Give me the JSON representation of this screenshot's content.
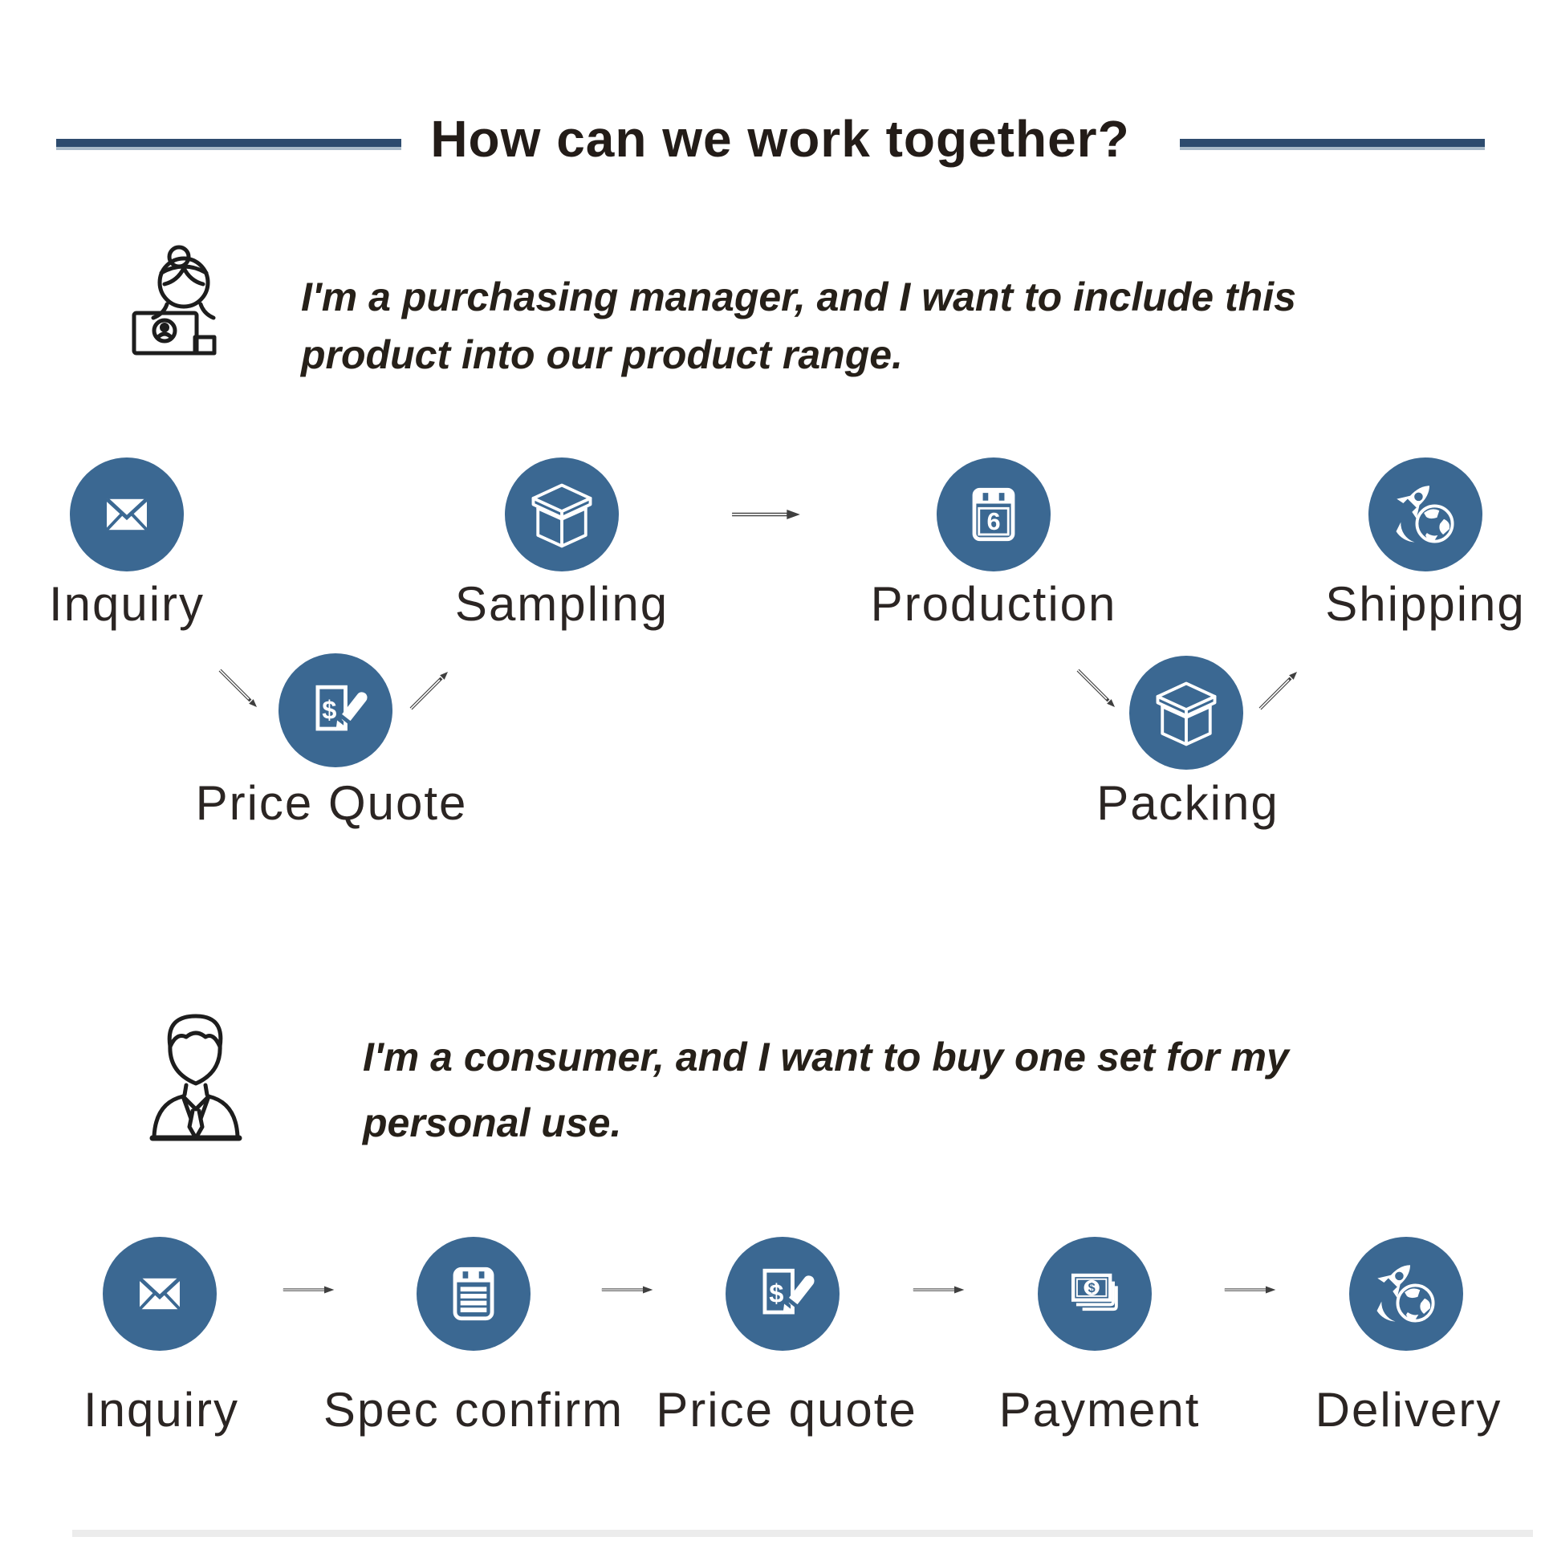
{
  "page": {
    "title": "How can we work together?"
  },
  "personas": [
    {
      "role": "purchasing-manager",
      "icon": "woman-at-laptop-icon",
      "quote_line1": "I'm a purchasing manager, and I want to include this",
      "quote_line2": "product into our product range."
    },
    {
      "role": "consumer",
      "icon": "man-avatar-icon",
      "quote_line1": "I'm a consumer, and I want to buy one set for my",
      "quote_line2": "personal use."
    }
  ],
  "flows": [
    {
      "name": "wholesale-flow",
      "steps": [
        {
          "label": "Inquiry",
          "icon": "envelope-icon"
        },
        {
          "label": "Price Quote",
          "icon": "price-quote-icon"
        },
        {
          "label": "Sampling",
          "icon": "box-icon"
        },
        {
          "label": "Production",
          "icon": "calendar-icon"
        },
        {
          "label": "Packing",
          "icon": "box-icon"
        },
        {
          "label": "Shipping",
          "icon": "rocket-globe-icon"
        }
      ]
    },
    {
      "name": "consumer-flow",
      "steps": [
        {
          "label": "Inquiry",
          "icon": "envelope-icon"
        },
        {
          "label": "Spec confirm",
          "icon": "notepad-icon"
        },
        {
          "label": "Price quote",
          "icon": "price-quote-icon"
        },
        {
          "label": "Payment",
          "icon": "banknotes-icon"
        },
        {
          "label": "Delivery",
          "icon": "rocket-globe-icon"
        }
      ]
    }
  ],
  "icons": {
    "calendar_day": "6",
    "dollar_sign": "$"
  },
  "colors": {
    "accent": "#3b6892",
    "title_rule": "#2d4b6e",
    "text": "#2b2523",
    "arrow": "#3f3f3f"
  }
}
